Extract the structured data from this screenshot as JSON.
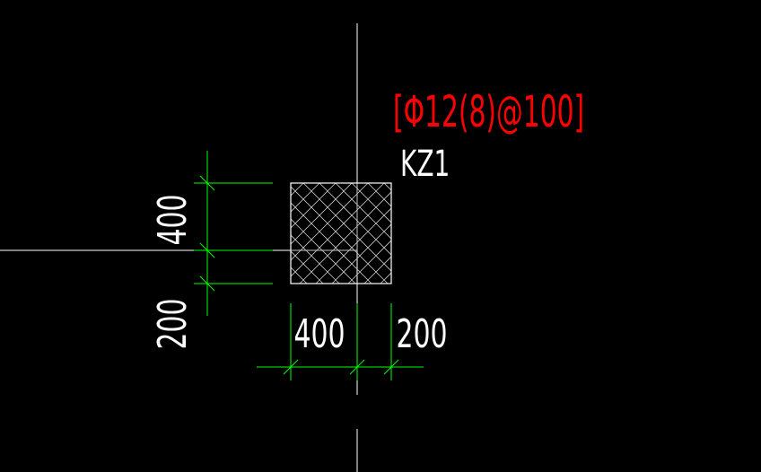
{
  "colors": {
    "background": "#000000",
    "axis_lines": "#ffffff",
    "column_outline": "#ffffff",
    "hatch": "#c8c8c8",
    "dimension_lines": "#00ff00",
    "dimension_text": "#ffffff",
    "rebar_annotation": "#ff0000",
    "column_label": "#ffffff"
  },
  "column": {
    "label": "KZ1",
    "stirrup_annotation": "[Φ12(8)@100]",
    "hatch_pattern": "cross-hatch"
  },
  "dimensions": {
    "vertical": {
      "upper_text": "400",
      "lower_text": "200"
    },
    "horizontal": {
      "left_text": "400",
      "right_text": "200"
    }
  }
}
